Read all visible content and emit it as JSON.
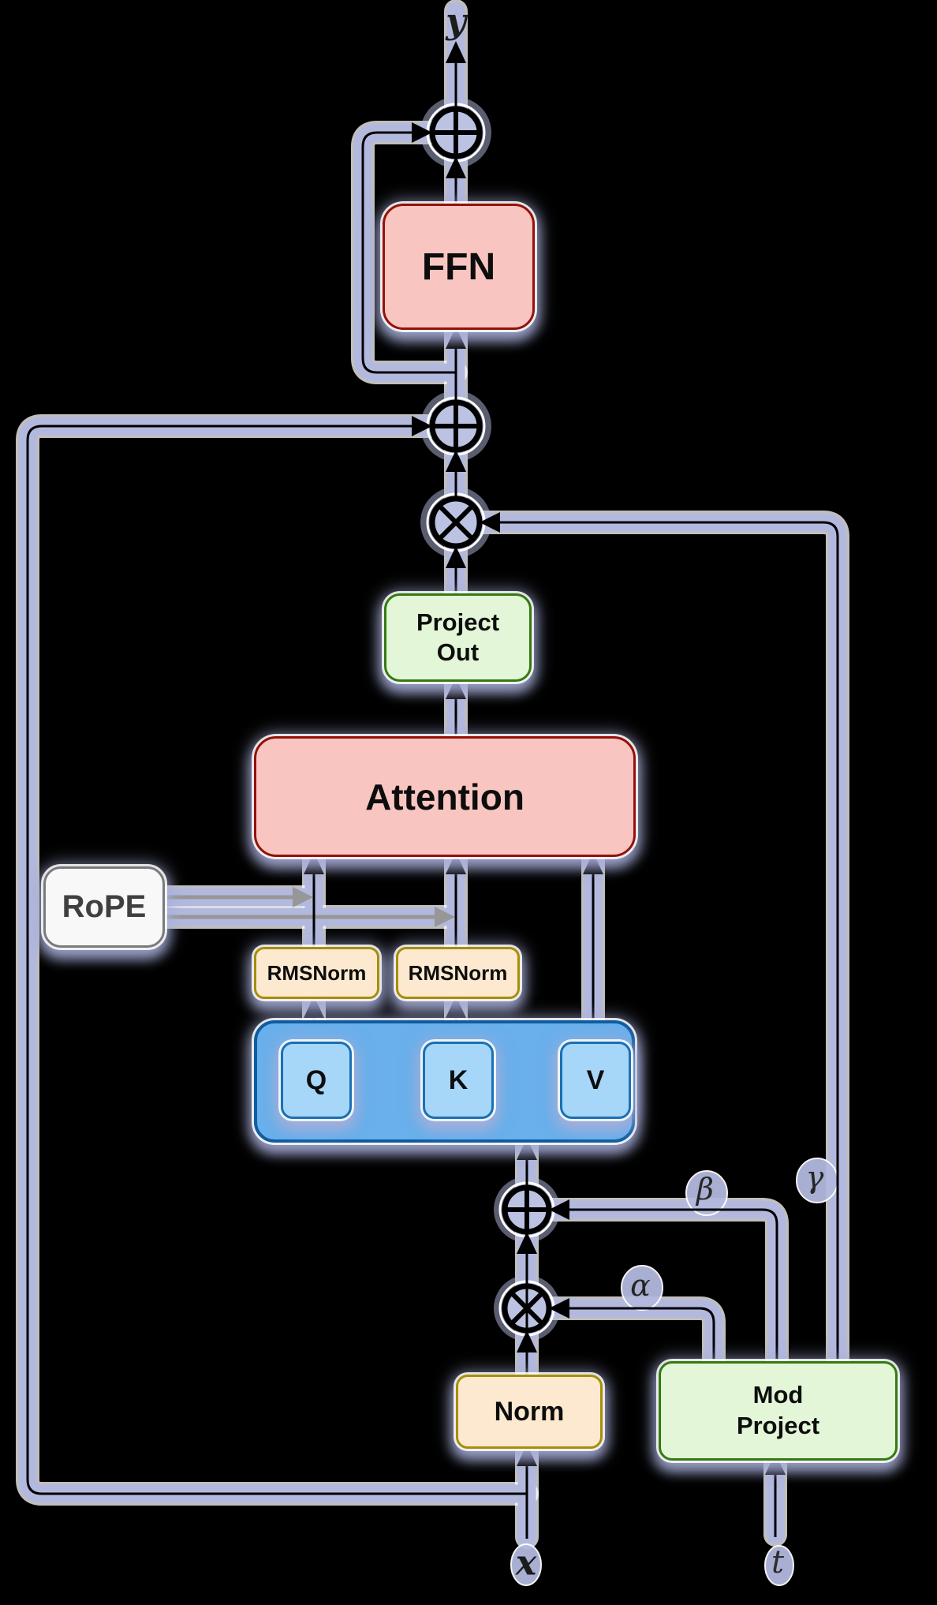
{
  "labels": {
    "output_y": "y",
    "input_x": "x",
    "input_t": "t",
    "alpha": "α",
    "beta": "β",
    "gamma": "γ"
  },
  "blocks": {
    "ffn": {
      "label": "FFN"
    },
    "attention": {
      "label": "Attention"
    },
    "project_out": {
      "line1": "Project",
      "line2": "Out"
    },
    "rope": {
      "label": "RoPE"
    },
    "rmsnorm_q": {
      "label": "RMSNorm"
    },
    "rmsnorm_k": {
      "label": "RMSNorm"
    },
    "qkv": {
      "q": "Q",
      "k": "K",
      "v": "V"
    },
    "norm": {
      "label": "Norm"
    },
    "mod_project": {
      "line1": "Mod",
      "line2": "Project"
    }
  },
  "operators": {
    "residual_add_top": "⊕",
    "residual_add_mid": "⊕",
    "gate_multiply": "⊗",
    "shift_add": "⊕",
    "scale_multiply": "⊗"
  },
  "colors": {
    "pink_fill": "#f9c5c1",
    "pink_border": "#941109",
    "green_fill": "#e3f6d8",
    "green_border": "#347a10",
    "gold_fill": "#fce9cf",
    "gold_border": "#a78e08",
    "blue_fill": "#69b0ec",
    "blue_border": "#0f5da0",
    "blue_inner_fill": "#a6d6f8",
    "blue_inner_border": "#1a70b4",
    "rope_fill": "#f8f8f8",
    "rope_border": "#7a7a7a",
    "lavender": "#b3b9de",
    "gray_line": "#979797",
    "ink": "#000000"
  }
}
